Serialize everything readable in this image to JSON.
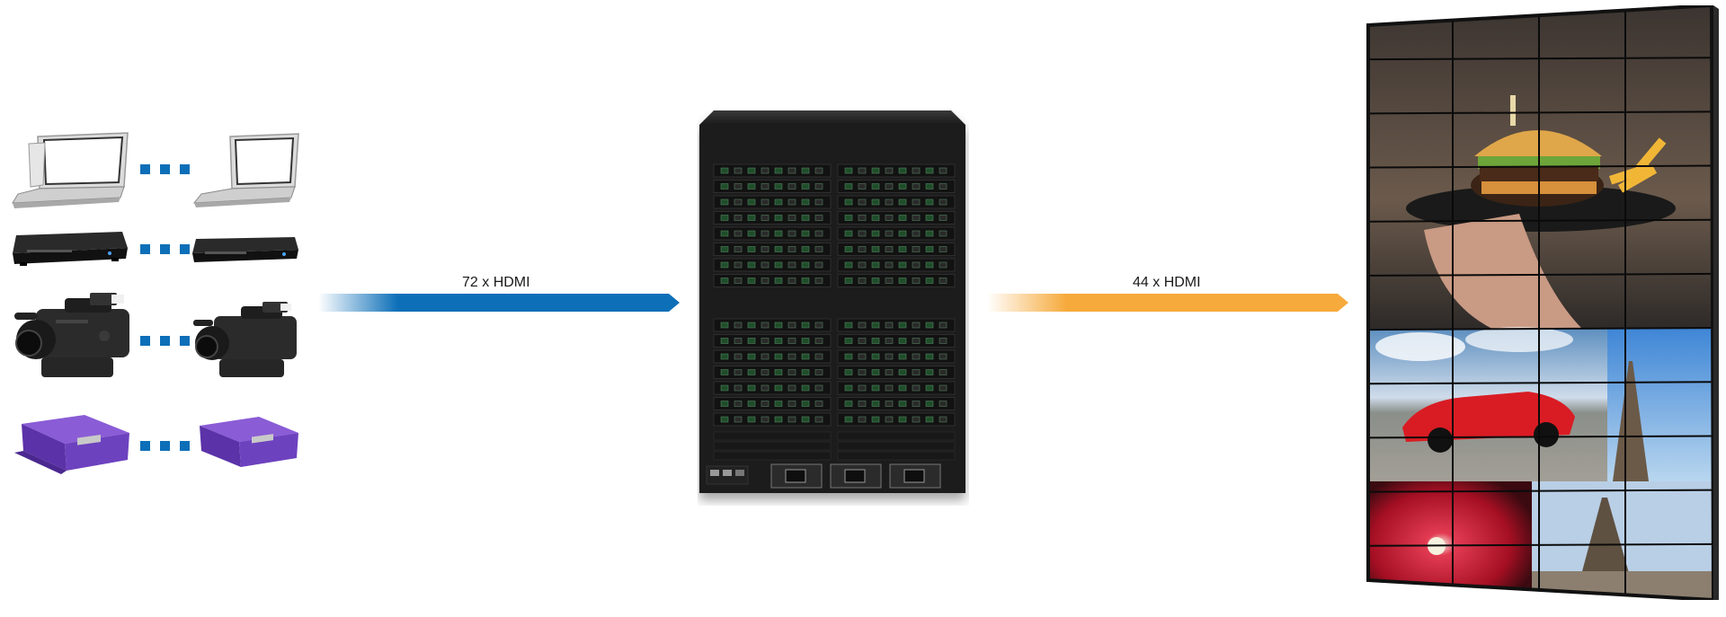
{
  "input_link": {
    "label": "72 x HDMI",
    "color": "#0d6fb8"
  },
  "output_link": {
    "label": "44 x HDMI",
    "color": "#f6aa3c"
  },
  "sources": [
    {
      "device": "laptop-icon"
    },
    {
      "device": "blu-ray-player-icon"
    },
    {
      "device": "camcorder-icon"
    },
    {
      "device": "media-player-box-icon"
    }
  ],
  "switcher": {
    "device": "matrix-switcher-chassis"
  },
  "display": {
    "device": "video-wall",
    "grid": {
      "cols": 4,
      "rows": 11
    },
    "images": [
      "burger-plate-photo",
      "red-sports-car-photo",
      "red-flower-photo",
      "eiffel-tower-photo"
    ]
  }
}
